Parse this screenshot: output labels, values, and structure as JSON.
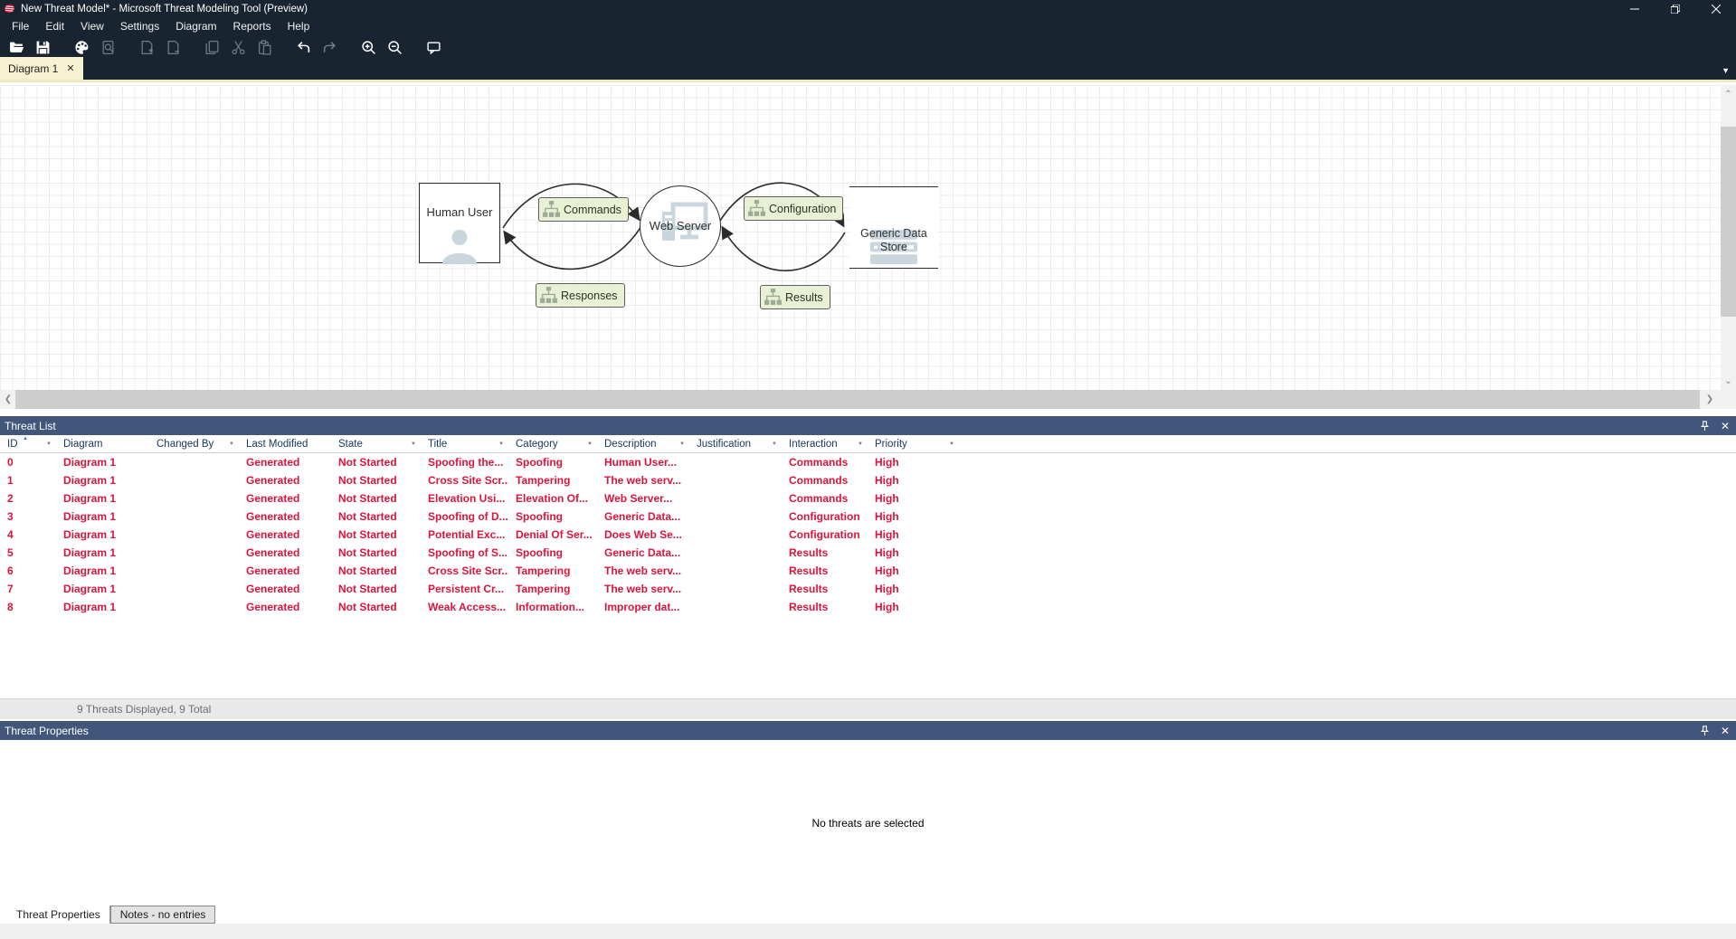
{
  "window": {
    "title": "New Threat Model* - Microsoft Threat Modeling Tool  (Preview)",
    "controls": {
      "minimize": "–",
      "restore": "❐",
      "close": "✕"
    }
  },
  "menu": {
    "items": [
      {
        "label": "File"
      },
      {
        "label": "Edit"
      },
      {
        "label": "View"
      },
      {
        "label": "Settings"
      },
      {
        "label": "Diagram"
      },
      {
        "label": "Reports"
      },
      {
        "label": "Help"
      }
    ]
  },
  "toolbar": {
    "icons": [
      "open-folder",
      "save",
      "palette",
      "report-search",
      "add-diagram",
      "remove-diagram",
      "copy",
      "cut",
      "paste",
      "undo",
      "redo",
      "zoom-in",
      "zoom-out",
      "feedback"
    ]
  },
  "tabs": {
    "diagram_tab": "Diagram 1",
    "close_glyph": "✕",
    "overflow_glyph": "▼"
  },
  "canvas": {
    "nodes": [
      {
        "label": "Human User"
      },
      {
        "label": "Web Server"
      },
      {
        "label": "Generic Data Store"
      }
    ],
    "flows": [
      {
        "label": "Commands"
      },
      {
        "label": "Responses"
      },
      {
        "label": "Configuration"
      },
      {
        "label": "Results"
      }
    ]
  },
  "threat_list": {
    "title": "Threat List",
    "sort_indicator": "▲",
    "columns": [
      {
        "label": "ID",
        "filter": "▼"
      },
      {
        "label": "Diagram",
        "filter": ""
      },
      {
        "label": "Changed By",
        "filter": "▼"
      },
      {
        "label": "Last Modified",
        "filter": ""
      },
      {
        "label": "State",
        "filter": "▼"
      },
      {
        "label": "Title",
        "filter": "▼"
      },
      {
        "label": "Category",
        "filter": "▼"
      },
      {
        "label": "Description",
        "filter": "▼"
      },
      {
        "label": "Justification",
        "filter": "▼"
      },
      {
        "label": "Interaction",
        "filter": "▼"
      },
      {
        "label": "Priority",
        "filter": "▼"
      }
    ],
    "rows": [
      {
        "id": "0",
        "diagram": "Diagram 1",
        "changed_by": "",
        "last_modified": "Generated",
        "state": "Not Started",
        "title": "Spoofing the...",
        "category": "Spoofing",
        "description": "Human User...",
        "justification": "",
        "interaction": "Commands",
        "priority": "High"
      },
      {
        "id": "1",
        "diagram": "Diagram 1",
        "changed_by": "",
        "last_modified": "Generated",
        "state": "Not Started",
        "title": "Cross Site Scr...",
        "category": "Tampering",
        "description": "The web serv...",
        "justification": "",
        "interaction": "Commands",
        "priority": "High"
      },
      {
        "id": "2",
        "diagram": "Diagram 1",
        "changed_by": "",
        "last_modified": "Generated",
        "state": "Not Started",
        "title": "Elevation Usi...",
        "category": "Elevation Of...",
        "description": "Web Server...",
        "justification": "",
        "interaction": "Commands",
        "priority": "High"
      },
      {
        "id": "3",
        "diagram": "Diagram 1",
        "changed_by": "",
        "last_modified": "Generated",
        "state": "Not Started",
        "title": "Spoofing of D...",
        "category": "Spoofing",
        "description": "Generic Data...",
        "justification": "",
        "interaction": "Configuration",
        "priority": "High"
      },
      {
        "id": "4",
        "diagram": "Diagram 1",
        "changed_by": "",
        "last_modified": "Generated",
        "state": "Not Started",
        "title": "Potential Exc...",
        "category": "Denial Of Ser...",
        "description": "Does Web Se...",
        "justification": "",
        "interaction": "Configuration",
        "priority": "High"
      },
      {
        "id": "5",
        "diagram": "Diagram 1",
        "changed_by": "",
        "last_modified": "Generated",
        "state": "Not Started",
        "title": "Spoofing of S...",
        "category": "Spoofing",
        "description": "Generic Data...",
        "justification": "",
        "interaction": "Results",
        "priority": "High"
      },
      {
        "id": "6",
        "diagram": "Diagram 1",
        "changed_by": "",
        "last_modified": "Generated",
        "state": "Not Started",
        "title": "Cross Site Scr...",
        "category": "Tampering",
        "description": "The web serv...",
        "justification": "",
        "interaction": "Results",
        "priority": "High"
      },
      {
        "id": "7",
        "diagram": "Diagram 1",
        "changed_by": "",
        "last_modified": "Generated",
        "state": "Not Started",
        "title": "Persistent Cr...",
        "category": "Tampering",
        "description": "The web serv...",
        "justification": "",
        "interaction": "Results",
        "priority": "High"
      },
      {
        "id": "8",
        "diagram": "Diagram 1",
        "changed_by": "",
        "last_modified": "Generated",
        "state": "Not Started",
        "title": "Weak Access...",
        "category": "Information...",
        "description": "Improper dat...",
        "justification": "",
        "interaction": "Results",
        "priority": "High"
      }
    ],
    "status": "9 Threats Displayed, 9 Total"
  },
  "threat_properties": {
    "title": "Threat Properties",
    "empty_message": "No threats are selected",
    "tabs": [
      {
        "label": "Threat Properties"
      },
      {
        "label": "Notes - no entries"
      }
    ]
  },
  "colors": {
    "chrome_dark": "#182430",
    "panel_header_blue": "#42567B",
    "row_red": "#DC143C",
    "tab_cream": "#F8F1D2",
    "flow_label_green": "#E8F1D3"
  }
}
